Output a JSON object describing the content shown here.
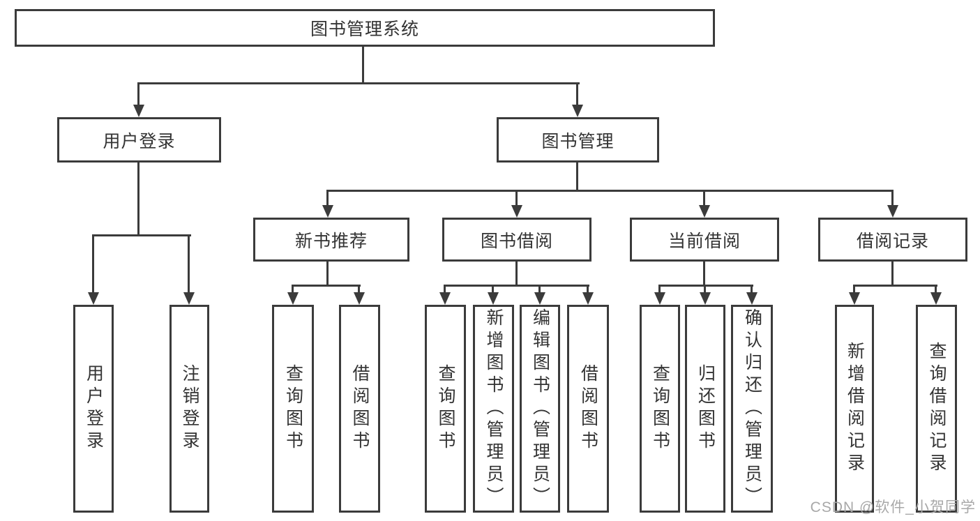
{
  "colors": {
    "line": "#3b3b3b",
    "text": "#333333",
    "background": "#ffffff",
    "watermark": "#a8a8a8"
  },
  "watermark": {
    "text": "CSDN @软件_小贺同学"
  },
  "tree": {
    "root": "图书管理系统",
    "children": [
      {
        "label": "用户登录",
        "children": [
          "用户登录",
          "注销登录"
        ]
      },
      {
        "label": "图书管理",
        "children": [
          {
            "label": "新书推荐",
            "children": [
              "查询图书",
              "借阅图书"
            ]
          },
          {
            "label": "图书借阅",
            "children": [
              "查询图书",
              "新增图书（管理员）",
              "编辑图书（管理员）",
              "借阅图书"
            ]
          },
          {
            "label": "当前借阅",
            "children": [
              "查询图书",
              "归还图书",
              "确认归还（管理员）"
            ]
          },
          {
            "label": "借阅记录",
            "children": [
              "新增借阅记录",
              "查询借阅记录"
            ]
          }
        ]
      }
    ]
  }
}
